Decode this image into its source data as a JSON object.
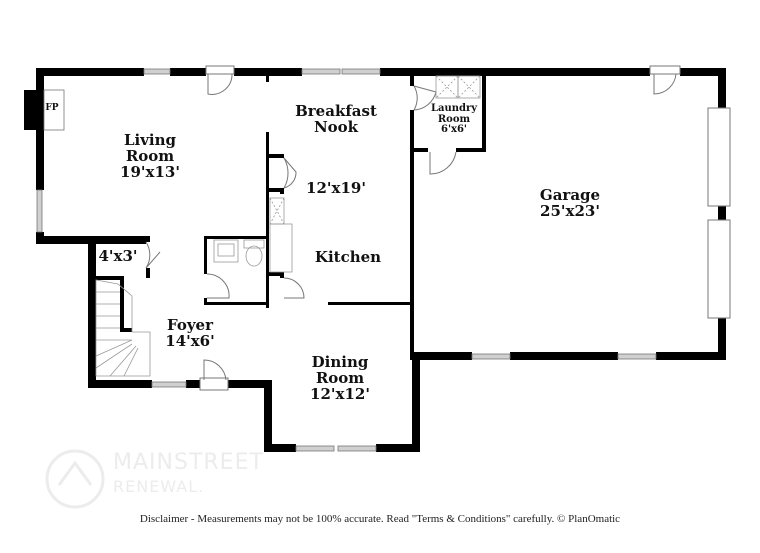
{
  "floorplan": {
    "rooms": [
      {
        "id": "living-room",
        "name_line1": "Living",
        "name_line2": "Room",
        "dimensions": "19'x13'"
      },
      {
        "id": "breakfast-nook",
        "name_line1": "Breakfast",
        "name_line2": "Nook",
        "dimensions": "12'x19'"
      },
      {
        "id": "kitchen",
        "name_line1": "Kitchen"
      },
      {
        "id": "laundry-room",
        "name_line1": "Laundry",
        "name_line2": "Room",
        "dimensions": "6'x6'"
      },
      {
        "id": "garage",
        "name_line1": "Garage",
        "dimensions": "25'x23'"
      },
      {
        "id": "closet",
        "dimensions": "4'x3'"
      },
      {
        "id": "foyer",
        "name_line1": "Foyer",
        "dimensions": "14'x6'"
      },
      {
        "id": "dining-room",
        "name_line1": "Dining",
        "name_line2": "Room",
        "dimensions": "12'x12'"
      }
    ],
    "fireplace_label": "FP"
  },
  "watermark": {
    "line1": "MAINSTREET",
    "line2": "RENEWAL."
  },
  "footer": {
    "disclaimer": "Disclaimer - Measurements may not be 100% accurate. Read \"Terms & Conditions\" carefully. © PlanOmatic"
  },
  "colors": {
    "wall": "#000000",
    "window_fill": "#d0d0d0",
    "fixture_line": "#999999",
    "watermark": "#ececec"
  }
}
